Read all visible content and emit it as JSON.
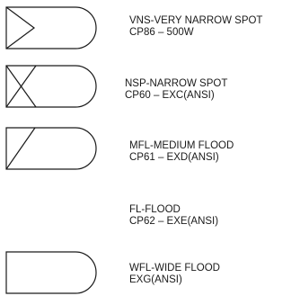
{
  "legend": [
    {
      "symbol": "vns-symbol",
      "name": "VNS-VERY NARROW SPOT",
      "spec": "CP86 – 500W"
    },
    {
      "symbol": "nsp-symbol",
      "name": "NSP-NARROW SPOT",
      "spec": "CP60 – EXC(ANSI)"
    },
    {
      "symbol": "mfl-symbol",
      "name": "MFL-MEDIUM FLOOD",
      "spec": "CP61 – EXD(ANSI)"
    },
    {
      "symbol": "",
      "name": "FL-FLOOD",
      "spec": "CP62 – EXE(ANSI)"
    },
    {
      "symbol": "wfl-symbol",
      "name": "WFL-WIDE FLOOD",
      "spec": "EXG(ANSI)"
    }
  ]
}
